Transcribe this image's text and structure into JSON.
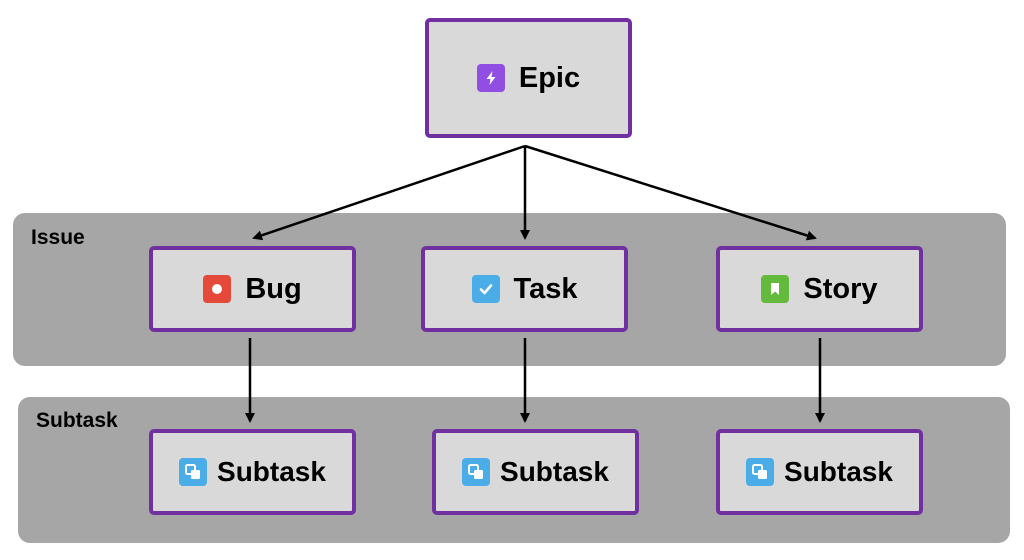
{
  "groups": {
    "issue_label": "Issue",
    "subtask_label": "Subtask"
  },
  "nodes": {
    "epic": {
      "label": "Epic",
      "icon": "lightning-bolt-icon",
      "icon_color": "#904ee2"
    },
    "bug": {
      "label": "Bug",
      "icon": "bug-dot-icon",
      "icon_color": "#e5493a"
    },
    "task": {
      "label": "Task",
      "icon": "checkmark-icon",
      "icon_color": "#4bade8"
    },
    "story": {
      "label": "Story",
      "icon": "bookmark-icon",
      "icon_color": "#63ba3c"
    },
    "subtask_1": {
      "label": "Subtask",
      "icon": "subtask-icon",
      "icon_color": "#4bade8"
    },
    "subtask_2": {
      "label": "Subtask",
      "icon": "subtask-icon",
      "icon_color": "#4bade8"
    },
    "subtask_3": {
      "label": "Subtask",
      "icon": "subtask-icon",
      "icon_color": "#4bade8"
    }
  },
  "colors": {
    "node_fill": "#d9d9d9",
    "node_border": "#7030a0",
    "group_fill": "#a6a6a6"
  },
  "edges": [
    {
      "from": "epic",
      "to": "bug"
    },
    {
      "from": "epic",
      "to": "task"
    },
    {
      "from": "epic",
      "to": "story"
    },
    {
      "from": "bug",
      "to": "subtask_1"
    },
    {
      "from": "task",
      "to": "subtask_2"
    },
    {
      "from": "story",
      "to": "subtask_3"
    }
  ]
}
